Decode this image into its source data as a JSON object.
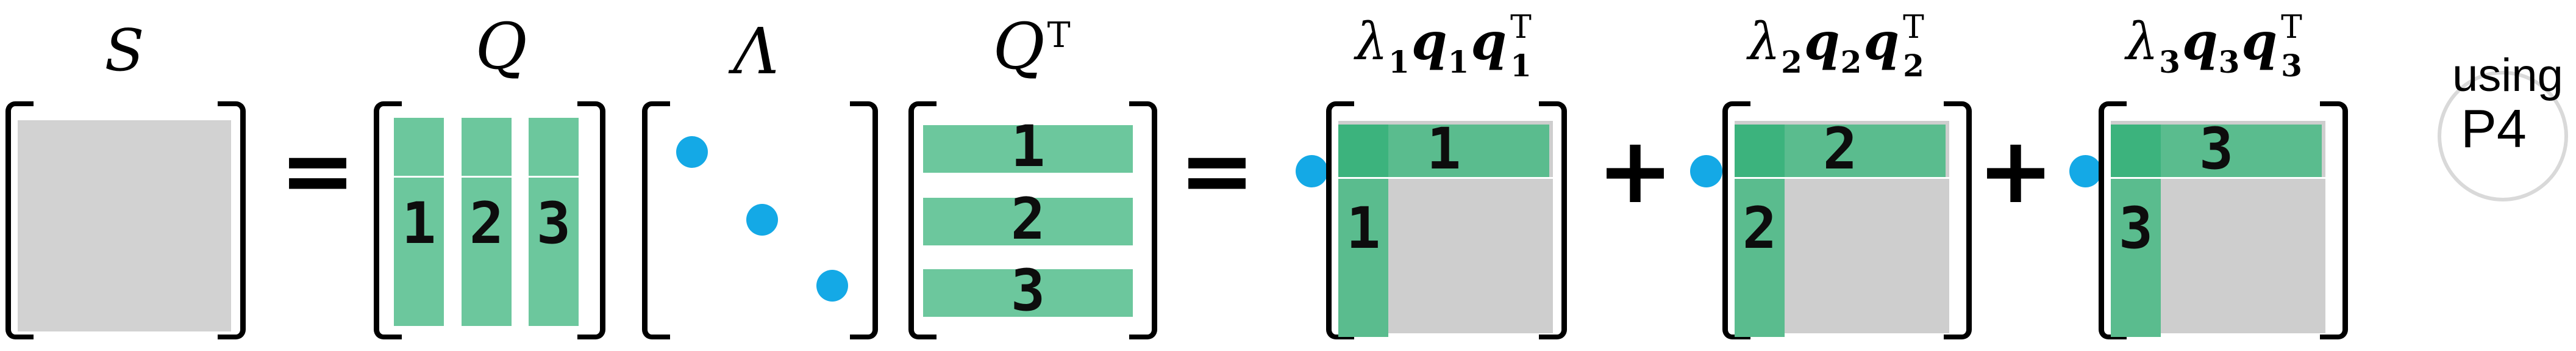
{
  "diagram": {
    "s_matrix": {
      "label": "S"
    },
    "operators": {
      "equals": "=",
      "plus": "+"
    },
    "q_matrix": {
      "label": "Q",
      "column_labels": [
        "1",
        "2",
        "3"
      ]
    },
    "lambda_matrix": {
      "label": "Λ",
      "diagonal_dot_count": 3
    },
    "qt_matrix": {
      "label_base": "Q",
      "label_sup": "T",
      "row_labels": [
        "1",
        "2",
        "3"
      ]
    },
    "terms": [
      {
        "lambda_symbol": "λ",
        "vector_symbol": "q",
        "transpose_symbol": "T",
        "index": "1"
      },
      {
        "lambda_symbol": "λ",
        "vector_symbol": "q",
        "transpose_symbol": "T",
        "index": "2"
      },
      {
        "lambda_symbol": "λ",
        "vector_symbol": "q",
        "transpose_symbol": "T",
        "index": "3"
      }
    ],
    "note": {
      "line1": "using",
      "line2": "P4"
    }
  },
  "colors": {
    "column_green": "#6cc79d",
    "band_green": "#5abc8e",
    "overlap_green": "#3cb37d",
    "matrix_gray": "#cecece",
    "s_gray": "#d2d2d2",
    "eigenvalue_blue": "#14a9e6",
    "note_circle": "#d9d9d9",
    "ink": "#000000"
  }
}
